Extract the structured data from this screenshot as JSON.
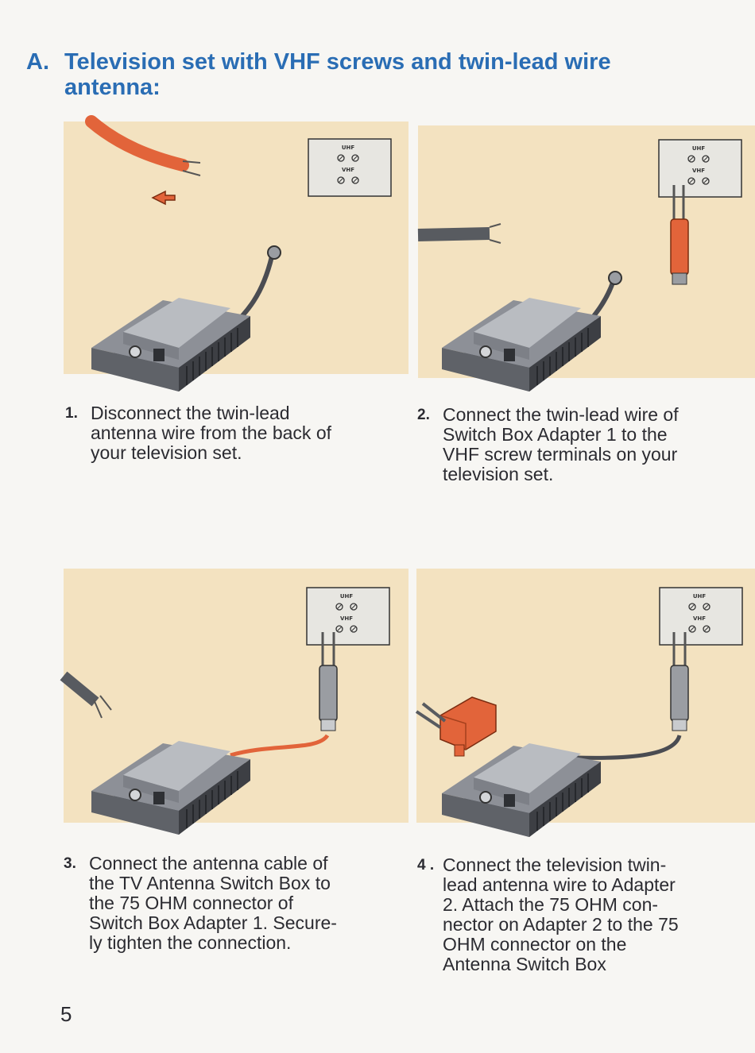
{
  "heading": {
    "letter": "A.",
    "text": "Television set with VHF screws and twin-lead wire antenna:"
  },
  "terminal_labels": {
    "uhf": "UHF",
    "vhf": "VHF"
  },
  "steps": [
    {
      "number": "1.",
      "text": "Disconnect the twin-lead\nantenna wire from the back of\nyour television set."
    },
    {
      "number": "2.",
      "text": "Connect the twin-lead wire of\nSwitch Box Adapter 1 to the\nVHF screw terminals on your\ntelevision set."
    },
    {
      "number": "3.",
      "text": "Connect the antenna cable of\nthe TV Antenna Switch Box to\nthe 75 OHM connector of\nSwitch Box Adapter 1. Secure-\nly tighten the connection."
    },
    {
      "number": "4 .",
      "text": "Connect the television twin-\nlead antenna wire to Adapter\n2. Attach the 75 OHM con-\nnector on Adapter 2 to the 75\nOHM connector on the\nAntenna Switch Box"
    }
  ],
  "page_number": "5",
  "colors": {
    "heading": "#2a6db4",
    "panel": "#f3e2c0",
    "cable_orange": "#e2643a",
    "box_gray": "#6f7278"
  }
}
